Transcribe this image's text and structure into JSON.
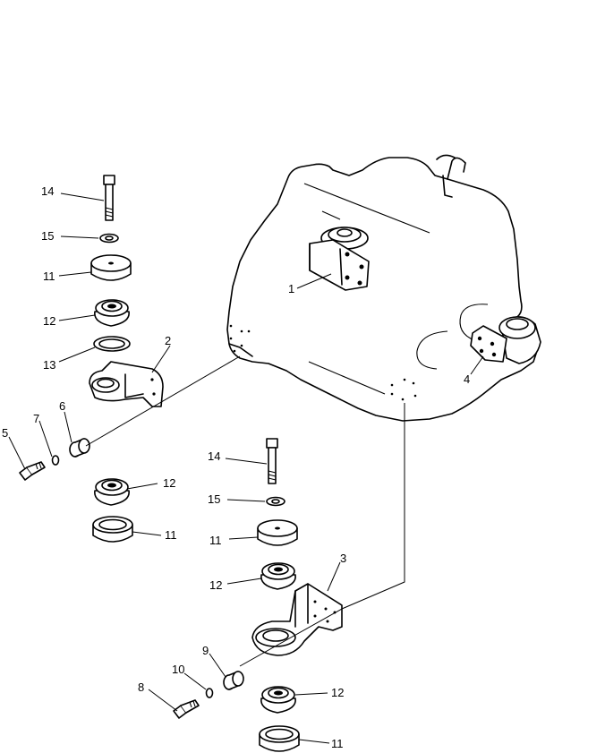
{
  "callouts": [
    {
      "id": "c1",
      "text": "1"
    },
    {
      "id": "c2",
      "text": "2"
    },
    {
      "id": "c3",
      "text": "3"
    },
    {
      "id": "c4",
      "text": "4"
    },
    {
      "id": "c5",
      "text": "5"
    },
    {
      "id": "c6",
      "text": "6"
    },
    {
      "id": "c7",
      "text": "7"
    },
    {
      "id": "c8",
      "text": "8"
    },
    {
      "id": "c9",
      "text": "9"
    },
    {
      "id": "c10",
      "text": "10"
    },
    {
      "id": "c11a",
      "text": "11"
    },
    {
      "id": "c11b",
      "text": "11"
    },
    {
      "id": "c11c",
      "text": "11"
    },
    {
      "id": "c11d",
      "text": "11"
    },
    {
      "id": "c12a",
      "text": "12"
    },
    {
      "id": "c12b",
      "text": "12"
    },
    {
      "id": "c12c",
      "text": "12"
    },
    {
      "id": "c12d",
      "text": "12"
    },
    {
      "id": "c13",
      "text": "13"
    },
    {
      "id": "c14a",
      "text": "14"
    },
    {
      "id": "c14b",
      "text": "14"
    },
    {
      "id": "c15a",
      "text": "15"
    },
    {
      "id": "c15b",
      "text": "15"
    }
  ]
}
